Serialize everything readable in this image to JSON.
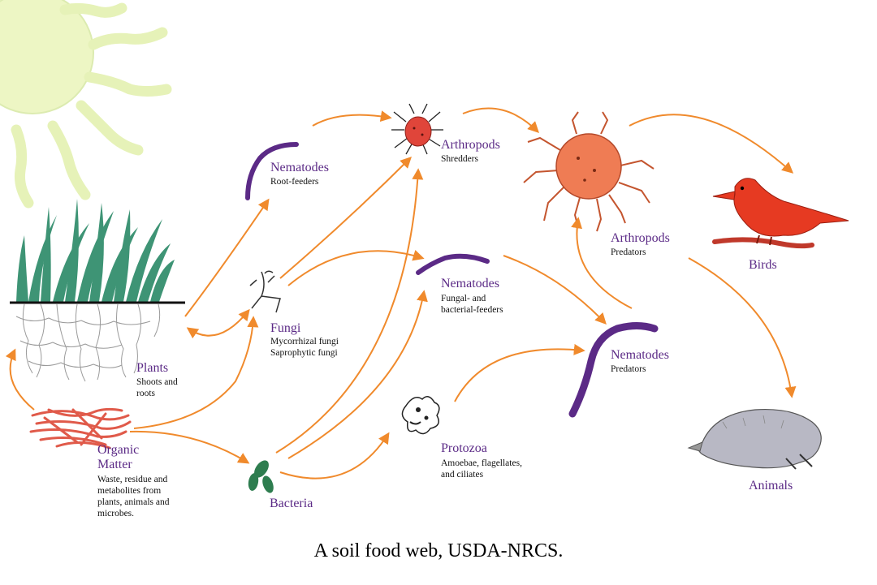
{
  "caption": "A soil food web, USDA-NRCS.",
  "colors": {
    "arrow": "#f08a2c",
    "label": "#5b2a86",
    "sun": "#e8f4b8",
    "worm": "#5b2a86",
    "grass": "#2e8b6a",
    "organic": "#e05a4a",
    "bacteria": "#2e7d4f",
    "arthropod": "#e8613c",
    "bird": "#e03a24",
    "mole": "#b9b9c4"
  },
  "nodes": {
    "plants": {
      "title": "Plants",
      "desc": [
        "Shoots and",
        "roots"
      ]
    },
    "organic": {
      "title1": "Organic",
      "title2": "Matter",
      "desc": [
        "Waste, residue and",
        "metabolites from",
        "plants, animals and",
        "microbes."
      ]
    },
    "bacteria": {
      "title": "Bacteria"
    },
    "fungi": {
      "title": "Fungi",
      "desc": [
        "Mycorrhizal fungi",
        "Saprophytic fungi"
      ]
    },
    "nem_root": {
      "title": "Nematodes",
      "desc": [
        "Root-feeders"
      ]
    },
    "nem_fb": {
      "title": "Nematodes",
      "desc": [
        "Fungal- and",
        "bacterial-feeders"
      ]
    },
    "nem_pred": {
      "title": "Nematodes",
      "desc": [
        "Predators"
      ]
    },
    "protozoa": {
      "title": "Protozoa",
      "desc": [
        "Amoebae, flagellates,",
        "and ciliates"
      ]
    },
    "arth_shred": {
      "title": "Arthropods",
      "desc": [
        "Shredders"
      ]
    },
    "arth_pred": {
      "title": "Arthropods",
      "desc": [
        "Predators"
      ]
    },
    "birds": {
      "title": "Birds"
    },
    "animals": {
      "title": "Animals"
    }
  },
  "links": [
    [
      "organic",
      "plants"
    ],
    [
      "plants",
      "fungi"
    ],
    [
      "plants",
      "nem_root"
    ],
    [
      "organic",
      "fungi"
    ],
    [
      "organic",
      "bacteria"
    ],
    [
      "nem_root",
      "arth_shred"
    ],
    [
      "fungi",
      "arth_shred"
    ],
    [
      "fungi",
      "nem_fb"
    ],
    [
      "bacteria",
      "arth_shred"
    ],
    [
      "bacteria",
      "nem_fb"
    ],
    [
      "bacteria",
      "protozoa"
    ],
    [
      "arth_shred",
      "arth_pred"
    ],
    [
      "nem_fb",
      "nem_pred"
    ],
    [
      "protozoa",
      "nem_pred"
    ],
    [
      "nem_pred",
      "arth_pred"
    ],
    [
      "arth_pred",
      "birds"
    ],
    [
      "arth_pred",
      "animals"
    ]
  ]
}
